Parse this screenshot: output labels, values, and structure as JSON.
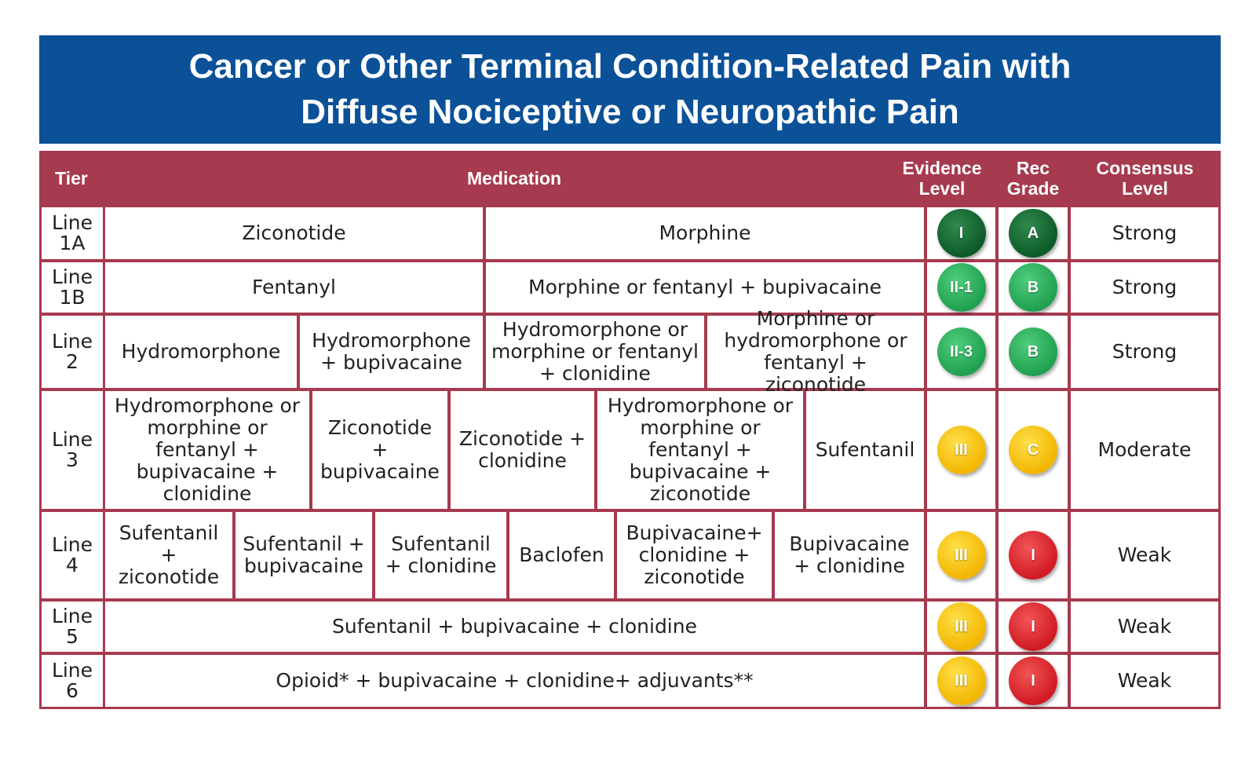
{
  "title": {
    "line1": "Cancer or Other Terminal Condition-Related Pain with",
    "line2": "Diffuse Nociceptive or Neuropathic Pain"
  },
  "colors": {
    "title_bg": "#0b5198",
    "header_bg": "#a63a4f",
    "evidence_I": "#0d5a2a",
    "evidence_II": "#20a050",
    "evidence_III": "#f2b600",
    "grade_I": "#d11a24"
  },
  "headers": {
    "tier": "Tier",
    "medication": "Medication",
    "evidence": "Evidence Level",
    "rec": "Rec Grade",
    "consensus": "Consensus Level"
  },
  "rows": [
    {
      "tier": "Line 1A",
      "medications": [
        "Ziconotide",
        "Morphine"
      ],
      "evidence": "I",
      "grade": "A",
      "consensus": "Strong"
    },
    {
      "tier": "Line 1B",
      "medications": [
        "Fentanyl",
        "Morphine or fentanyl + bupivacaine"
      ],
      "evidence": "II-1",
      "grade": "B",
      "consensus": "Strong"
    },
    {
      "tier": "Line 2",
      "medications": [
        "Hydromorphone",
        "Hydromorphone + bupivacaine",
        "Hydromorphone or morphine or fentanyl + clonidine",
        "Morphine or hydromorphone or fentanyl + ziconotide"
      ],
      "evidence": "II-3",
      "grade": "B",
      "consensus": "Strong"
    },
    {
      "tier": "Line 3",
      "medications": [
        "Hydromorphone or morphine or fentanyl + bupivacaine + clonidine",
        "Ziconotide + bupivacaine",
        "Ziconotide + clonidine",
        "Hydromorphone or morphine or fentanyl + bupivacaine + ziconotide",
        "Sufentanil"
      ],
      "evidence": "III",
      "grade": "C",
      "consensus": "Moderate"
    },
    {
      "tier": "Line 4",
      "medications": [
        "Sufentanil + ziconotide",
        "Sufentanil + bupivacaine",
        "Sufentanil + clonidine",
        "Baclofen",
        "Bupivacaine+ clonidine + ziconotide",
        "Bupivacaine + clonidine"
      ],
      "evidence": "III",
      "grade": "I",
      "consensus": "Weak"
    },
    {
      "tier": "Line 5",
      "medications": [
        "Sufentanil + bupivacaine + clonidine"
      ],
      "evidence": "III",
      "grade": "I",
      "consensus": "Weak"
    },
    {
      "tier": "Line 6",
      "medications": [
        "Opioid* + bupivacaine + clonidine+ adjuvants**"
      ],
      "evidence": "III",
      "grade": "I",
      "consensus": "Weak"
    }
  ]
}
